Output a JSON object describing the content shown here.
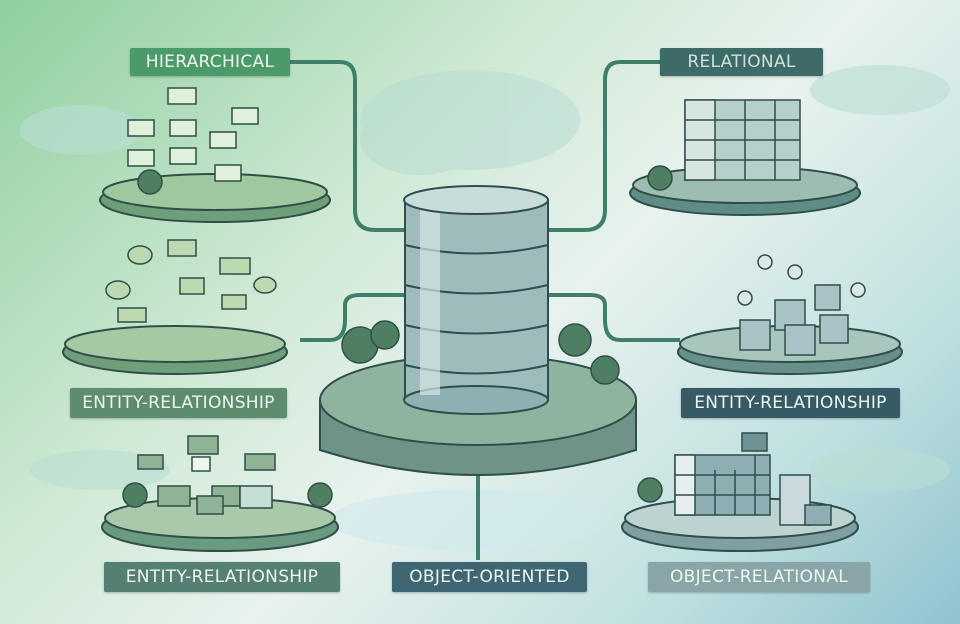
{
  "labels": {
    "hierarchical": "HIERARCHICAL",
    "relational": "RELATIONAL",
    "entity_relationship_left": "ENTITY-RELATIONSHIP",
    "entity_relationship_right": "ENTITY-RELATIONSHIP",
    "entity_relationship_bottom": "ENTITY-RELATIONSHIP",
    "object_oriented": "OBJECT-ORIENTED",
    "object_relational": "OBJECT-RELATIONAL"
  },
  "colors": {
    "hierarchical": "#4a9a6a",
    "relational": "#3d6b68",
    "er_left": "#5e8c6e",
    "er_right": "#365a66",
    "er_bottom": "#557f72",
    "object_oriented": "#3f6673",
    "object_relational": "#8aa5a8"
  }
}
